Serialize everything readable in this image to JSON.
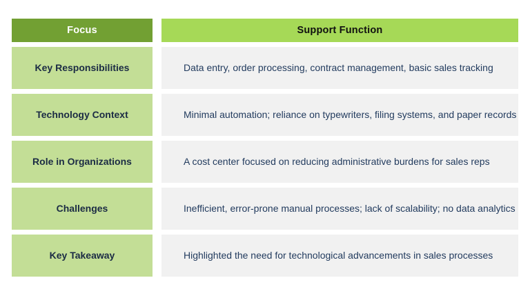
{
  "table": {
    "header": {
      "focus_label": "Focus",
      "support_label": "Support Function"
    },
    "rows": [
      {
        "focus": "Key Responsibilities",
        "support": "Data entry, order processing, contract management, basic sales tracking"
      },
      {
        "focus": "Technology Context",
        "support": "Minimal automation; reliance on typewriters, filing systems, and paper records"
      },
      {
        "focus": "Role in Organizations",
        "support": "A cost center focused on reducing administrative burdens for sales reps"
      },
      {
        "focus": "Challenges",
        "support": "Inefficient, error-prone manual processes; lack of scalability; no data analytics"
      },
      {
        "focus": "Key Takeaway",
        "support": "Highlighted the need for technological advancements in sales processes"
      }
    ]
  },
  "colors": {
    "header_focus_bg": "#72A033",
    "header_support_bg": "#A6D957",
    "focus_cell_bg": "#C3DE96",
    "support_cell_bg": "#F1F1F1",
    "header_focus_text": "#FFFFFF",
    "header_support_text": "#101010",
    "focus_text": "#1B2B44",
    "support_text": "#223B5E",
    "page_bg": "#FFFFFF"
  }
}
